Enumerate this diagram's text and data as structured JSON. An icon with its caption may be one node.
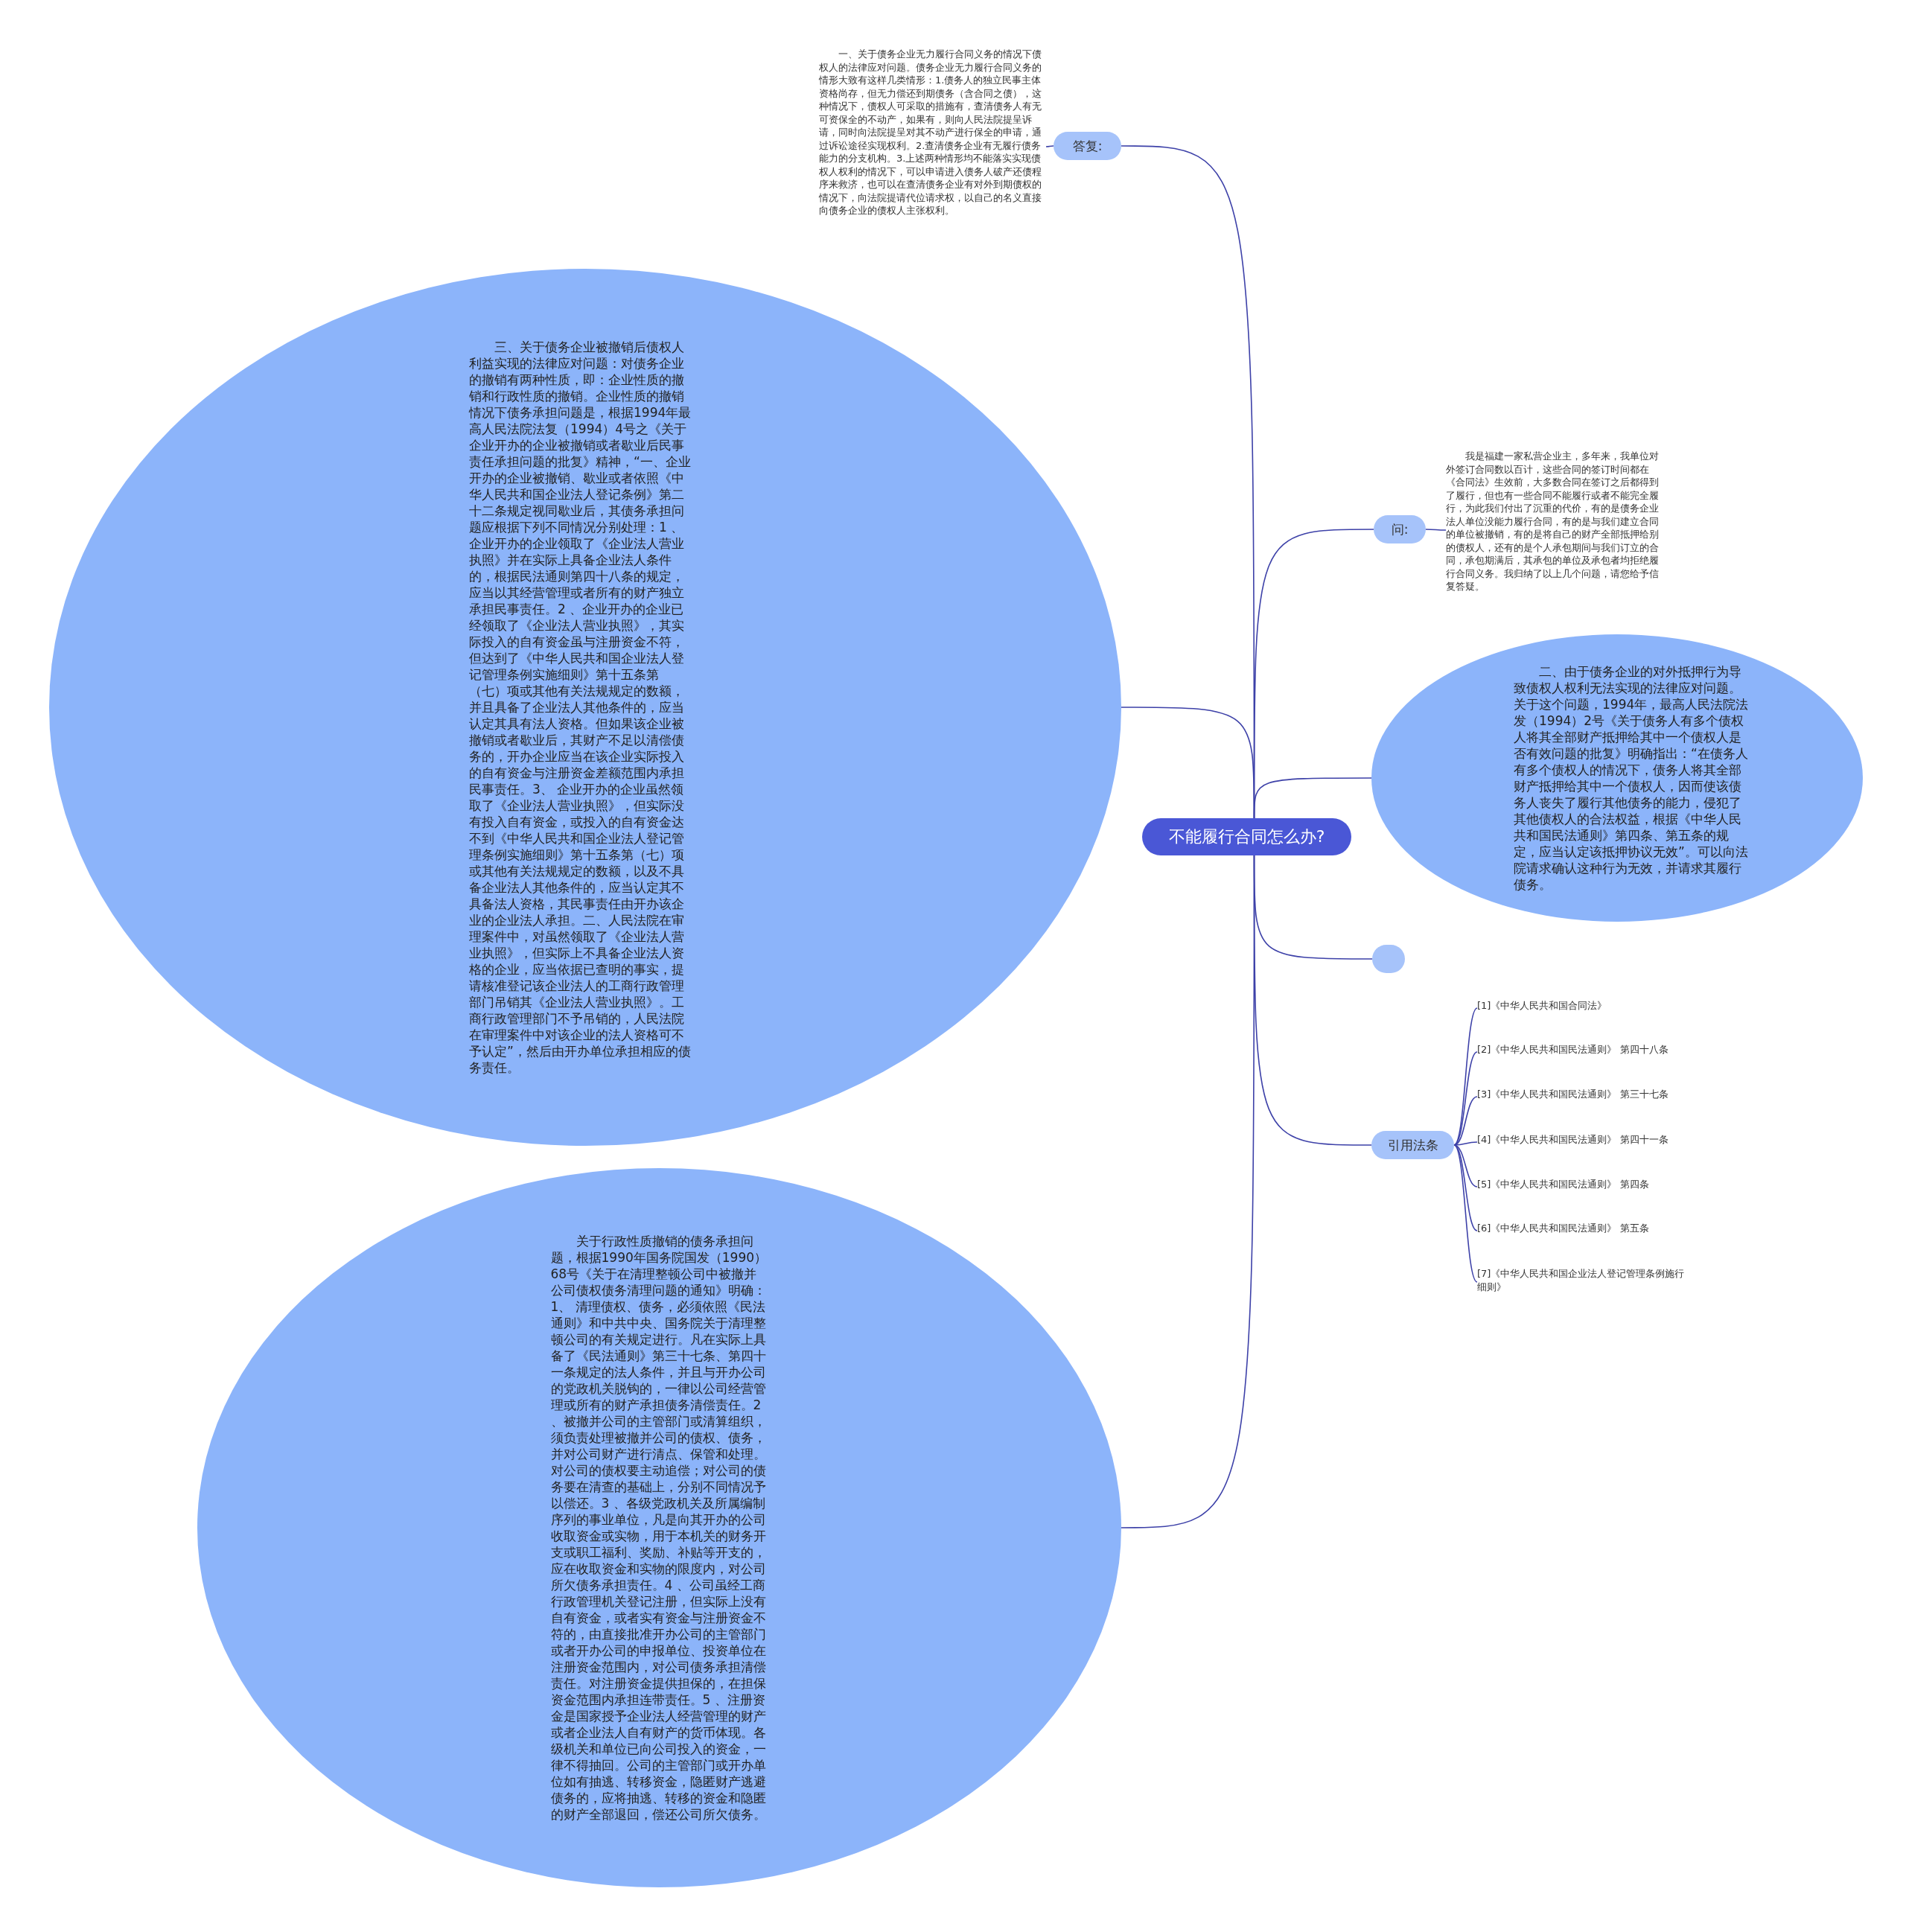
{
  "diagram": {
    "nodes": [
      {
        "text": [
          "不能履行合同怎么办?"
        ]
      },
      {
        "text": [
          "答复:"
        ]
      },
      {
        "text": [
          "一、关于债务企业无力履行合同义务的情况下债权人的法律应对问题。债务企业无力履行合同义务的情形大致有这样几类情形：1.债务人的独立民事主体资格尚存，但无力偿还到期债务（含合同之债），这种情况下，债权人可采取的措施有，查清债务人有无可资保全的不动产，如果有，则向人民法院提呈诉请，同时向法院提呈对其不动产进行保全的申请，通过诉讼途径实现权利。2.查清债务企业有无履行债务能力的分支机构。3.上述两种情形均不能落实实现债权人权利的情况下，可以申请进入债务人破产还债程序来救济，也可以在查清债务企业有对外到期债权的情况下，向法院提请代位请求权，以自己的名义直接向债务企业的债权人主张权利。"
        ]
      },
      {
        "text": [
          "三、关于债务企业被撤销后债权人利益实现的法律应对问题：对债务企业的撤销有两种性质，即：企业性质的撤销和行政性质的撤销。企业性质的撤销情况下债务承担问题是，根据1994年最高人民法院法复（1994）4号之《关于企业开办的企业被撤销或者歇业后民事责任承担问题的批复》精神，“一、企业开办的企业被撤销、歇业或者依照《中华人民共和国企业法人登记条例》第二十二条规定视同歇业后，其债务承担问题应根据下列不同情况分别处理：1 、企业开办的企业领取了《企业法人营业执照》并在实际上具备企业法人条件的，根据民法通则第四十八条的规定，应当以其经营管理或者所有的财产独立承担民事责任。2 、企业开办的企业已经领取了《企业法人营业执照》，其实际投入的自有资金虽与注册资金不符，但达到了《中华人民共和国企业法人登记管理条例实施细则》第十五条第（七）项或其他有关法规规定的数额，并且具备了企业法人其他条件的，应当认定其具有法人资格。但如果该企业被撤销或者歇业后，其财产不足以清偿债务的，开办企业应当在该企业实际投入的自有资金与注册资金差额范围内承担民事责任。3、 企业开办的企业虽然领取了《企业法人营业执照》，但实际没有投入自有资金，或投入的自有资金达不到《中华人民共和国企业法人登记管理条例实施细则》第十五条第（七）项或其他有关法规规定的数额，以及不具备企业法人其他条件的，应当认定其不具备法人资格，其民事责任由开办该企业的企业法人承担。二、人民法院在审理案件中，对虽然领取了《企业法人营业执照》，但实际上不具备企业法人资格的企业，应当依据已查明的事实，提请核准登记该企业法人的工商行政管理部门吊销其《企业法人营业执照》。工商行政管理部门不予吊销的，人民法院在审理案件中对该企业的法人资格可不予认定”，然后由开办单位承担相应的债务责任。"
        ]
      },
      {
        "text": [
          "关于行政性质撤销的债务承担问题，根据1990年国务院国发（1990）68号《关于在清理整顿公司中被撤并公司债权债务清理问题的通知》明确：1、 清理债权、债务，必须依照《民法通则》和中共中央、国务院关于清理整顿公司的有关规定进行。凡在实际上具备了《民法通则》第三十七条、第四十一条规定的法人条件，并且与开办公司的党政机关脱钩的，一律以公司经营管理或所有的财产承担债务清偿责任。2 、被撤并公司的主管部门或清算组织，须负责处理被撤并公司的债权、债务，并对公司财产进行清点、保管和处理。对公司的债权要主动追偿；对公司的债务要在清查的基础上，分别不同情况予以偿还。3 、各级党政机关及所属编制序列的事业单位，凡是向其开办的公司收取资金或实物，用于本机关的财务开支或职工福利、奖励、补贴等开支的，应在收取资金和实物的限度内，对公司所欠债务承担责任。4 、公司虽经工商行政管理机关登记注册，但实际上没有自有资金，或者实有资金与注册资金不符的，由直接批准开办公司的主管部门或者开办公司的申报单位、投资单位在注册资金范围内，对公司债务承担清偿责任。对注册资金提供担保的，在担保资金范围内承担连带责任。5 、注册资金是国家授予企业法人经营管理的财产或者企业法人自有财产的货币体现。各级机关和单位已向公司投入的资金，一律不得抽回。公司的主管部门或开办单位如有抽逃、转移资金，隐匿财产逃避债务的，应将抽逃、转移的资金和隐匿的财产全部退回，偿还公司所欠债务。"
        ]
      },
      {
        "text": [
          "问:"
        ]
      },
      {
        "text": [
          "我是福建一家私营企业主，多年来，我单位对外签订合同数以百计，这些合同的签订时间都在《合同法》生效前，大多数合同在签订之后都得到了履行，但也有一些合同不能履行或者不能完全履行，为此我们付出了沉重的代价，有的是债务企业法人单位没能力履行合同，有的是与我们建立合同的单位被撤销，有的是将自己的财产全部抵押给别的债权人，还有的是个人承包期间与我们订立的合同，承包期满后，其承包的单位及承包者均拒绝履行合同义务。我归纳了以上几个问题，请您给予信复答疑。"
        ]
      },
      {
        "text": [
          "二、由于债务企业的对外抵押行为导致债权人权利无法实现的法律应对问题。关于这个问题，1994年，最高人民法院法发（1994）2号《关于债务人有多个债权人将其全部财产抵押给其中一个债权人是否有效问题的批复》明确指出：“在债务人有多个债权人的情况下，债务人将其全部财产抵押给其中一个债权人，因而使该债务人丧失了履行其他债务的能力，侵犯了其他债权人的合法权益，根据《中华人民共和国民法通则》第四条、第五条的规定，应当认定该抵押协议无效”。可以向法院请求确认这种行为无效，并请求其履行债务。"
        ]
      },
      {
        "text": [],
        "shape": "box"
      },
      {
        "text": [
          "引用法条"
        ]
      },
      {
        "text": [
          "[1]《中华人民共和国合同法》"
        ]
      },
      {
        "text": [
          "[2]《中华人民共和国民法通则》 第四十八条"
        ]
      },
      {
        "text": [
          "[3]《中华人民共和国民法通则》 第三十七条"
        ]
      },
      {
        "text": [
          "[4]《中华人民共和国民法通则》 第四十一条"
        ]
      },
      {
        "text": [
          "[5]《中华人民共和国民法通则》 第四条"
        ]
      },
      {
        "text": [
          "[6]《中华人民共和国民法通则》 第五条"
        ]
      },
      {
        "text": [
          "[7]《中华人民共和国企业法人登记管理条例施行细则》"
        ]
      }
    ],
    "edges": [
      {
        "from": 0,
        "to": 1,
        "arrow": "none"
      },
      {
        "from": 1,
        "to": 2,
        "arrow": "none"
      },
      {
        "from": 0,
        "to": 3,
        "arrow": "none"
      },
      {
        "from": 0,
        "to": 4,
        "arrow": "none"
      },
      {
        "from": 0,
        "to": 5,
        "arrow": "none"
      },
      {
        "from": 5,
        "to": 6,
        "arrow": "none"
      },
      {
        "from": 0,
        "to": 7,
        "arrow": "none"
      },
      {
        "from": 0,
        "to": 8,
        "arrow": "none"
      },
      {
        "from": 0,
        "to": 9,
        "arrow": "none"
      },
      {
        "from": 9,
        "to": 10,
        "arrow": "none"
      },
      {
        "from": 9,
        "to": 11,
        "arrow": "none"
      },
      {
        "from": 9,
        "to": 12,
        "arrow": "none"
      },
      {
        "from": 9,
        "to": 13,
        "arrow": "none"
      },
      {
        "from": 9,
        "to": 14,
        "arrow": "none"
      },
      {
        "from": 9,
        "to": 15,
        "arrow": "none"
      },
      {
        "from": 9,
        "to": 16,
        "arrow": "none"
      }
    ]
  }
}
